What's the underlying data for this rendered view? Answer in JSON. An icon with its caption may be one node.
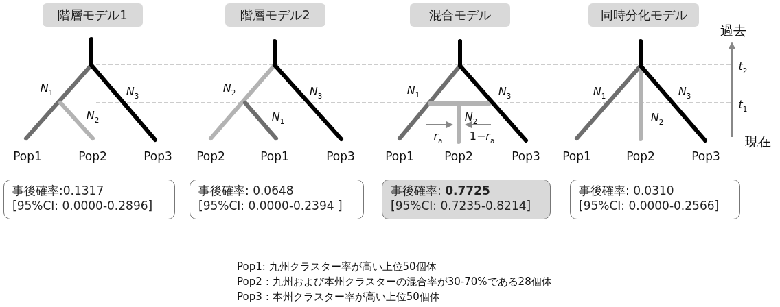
{
  "diagram": {
    "nodes": [
      {
        "text": [
          "階層モデル1"
        ]
      },
      {
        "text": [
          "階層モデル2"
        ]
      },
      {
        "text": [
          "混合モデル"
        ]
      },
      {
        "text": [
          "同時分化モデル"
        ]
      },
      {
        "text": [
          "事後確率:0.1317",
          "[95%CI: 0.0000-0.2896]"
        ]
      },
      {
        "text": [
          "事後確率: 0.0648",
          "[95%CI: 0.0000-0.2394 ]"
        ]
      },
      {
        "text": [
          "事後確率: **0.7725**",
          "[95%CI: 0.7235-0.8214]"
        ]
      },
      {
        "text": [
          "事後確率: 0.0310",
          "[95%CI: 0.0000-0.2566]"
        ]
      }
    ],
    "labels": [
      "*N*$_{1}$",
      "*N*$_{3}$",
      "*N*$_{2}$",
      "Pop1",
      "Pop2",
      "Pop3",
      "*N*$_{2}$",
      "*N*$_{3}$",
      "*N*$_{1}$",
      "Pop2",
      "Pop1",
      "Pop3",
      "*N*$_{1}$",
      "*N*$_{3}$",
      "*N*$_{2}$",
      "*r*$_{a}$",
      "1−*r*$_{a}$",
      "Pop1",
      "Pop2",
      "Pop3",
      "*N*$_{1}$",
      "*N*$_{3}$",
      "*N*$_{2}$",
      "Pop1",
      "Pop2",
      "Pop3",
      "過去",
      "*t*$_{2}$",
      "*t*$_{1}$",
      "現在",
      "Pop1: 九州クラスター率が高い上位50個体",
      "Pop2：九州および本州クラスターの混合率が30-70%である28個体",
      "Pop3：本州クラスター率が高い上位50個体"
    ]
  }
}
